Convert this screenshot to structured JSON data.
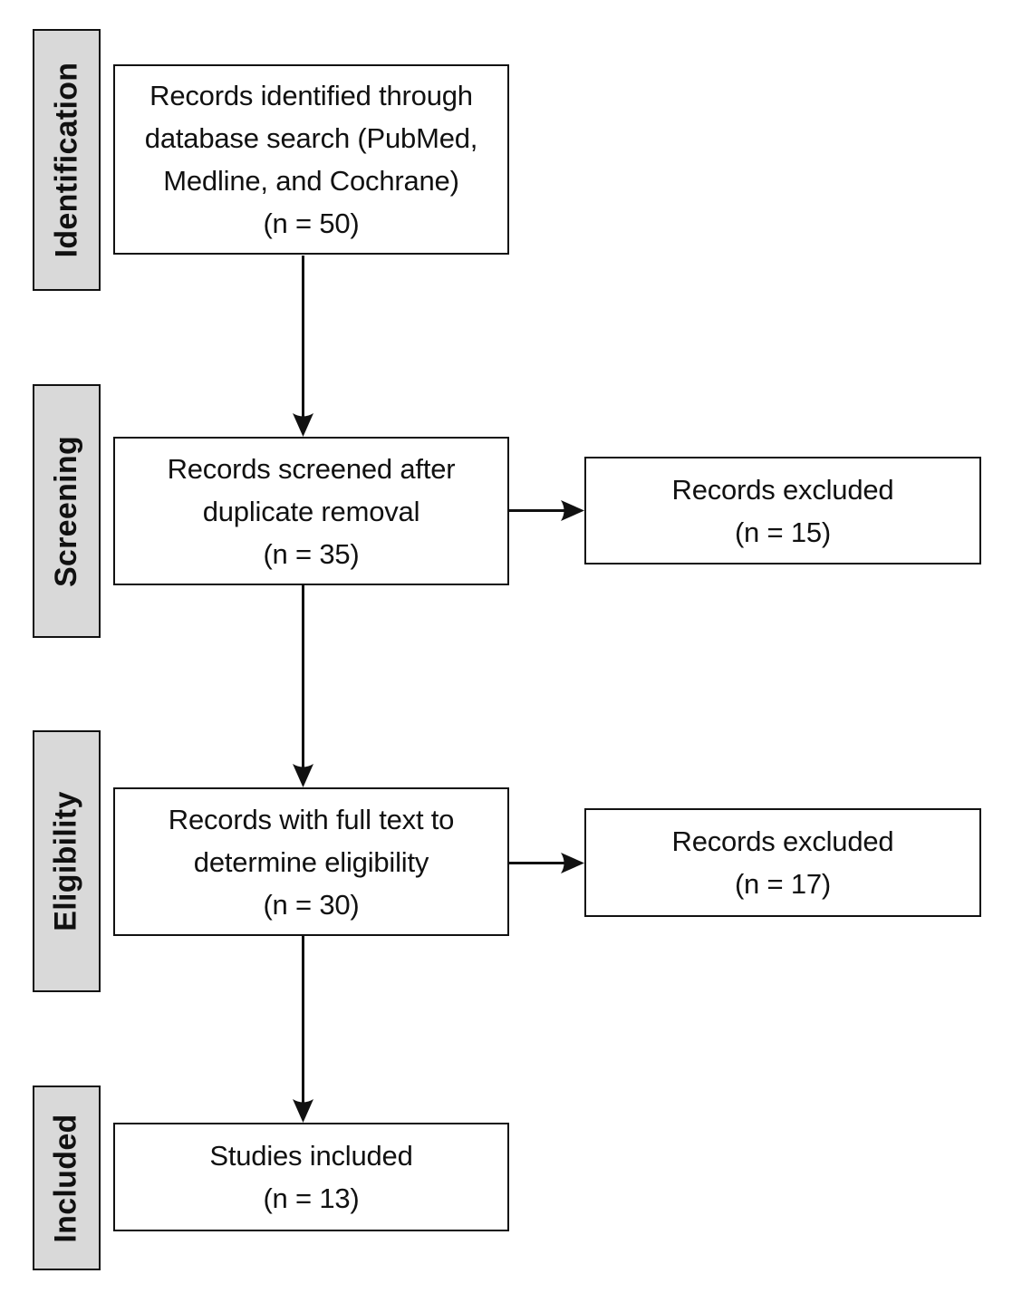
{
  "figure": {
    "type": "prisma-flow-diagram",
    "stages": [
      {
        "label": "Identification"
      },
      {
        "label": "Screening"
      },
      {
        "label": "Eligibility"
      },
      {
        "label": "Included"
      }
    ],
    "main_boxes": [
      {
        "id": "records-identified",
        "lines": [
          "Records identified through",
          "database search (PubMed,",
          "Medline, and Cochrane)",
          "(n = 50)"
        ],
        "n": 50
      },
      {
        "id": "records-screened",
        "lines": [
          "Records screened after",
          "duplicate removal",
          "(n = 35)"
        ],
        "n": 35
      },
      {
        "id": "records-full-text",
        "lines": [
          "Records with full text to",
          "determine eligibility",
          "(n = 30)"
        ],
        "n": 30
      },
      {
        "id": "studies-included",
        "lines": [
          "Studies included",
          "(n = 13)"
        ],
        "n": 13
      }
    ],
    "side_boxes": [
      {
        "id": "records-excluded-screening",
        "lines": [
          "Records excluded",
          "(n = 15)"
        ],
        "n": 15
      },
      {
        "id": "records-excluded-eligibility",
        "lines": [
          "Records excluded",
          "(n = 17)"
        ],
        "n": 17
      }
    ],
    "colors": {
      "stage_fill": "#d9d9d9",
      "border": "#111111",
      "text": "#111111",
      "background": "#ffffff"
    }
  }
}
